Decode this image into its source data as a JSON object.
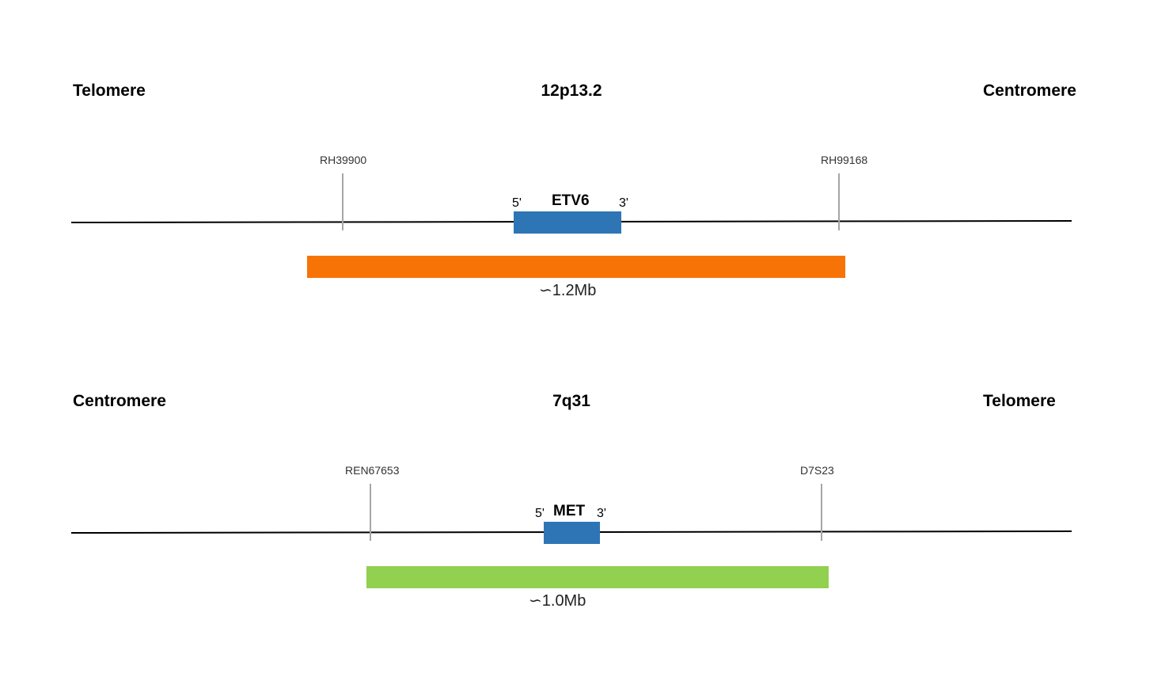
{
  "colors": {
    "gene_box": "#2e75b6",
    "etv6_probe": "#f87306",
    "met_probe": "#92d050",
    "chromosome_line": "#000000",
    "marker_tick": "#a6a6a6"
  },
  "top_panel": {
    "left_end_label": "Telomere",
    "band_label": "12p13.2",
    "right_end_label": "Centromere",
    "left_marker": "RH39900",
    "right_marker": "RH99168",
    "gene_name": "ETV6",
    "five_prime_label": "5'",
    "three_prime_label": "3'",
    "probe_size": "∽1.2Mb"
  },
  "bottom_panel": {
    "left_end_label": "Centromere",
    "band_label": "7q31",
    "right_end_label": "Telomere",
    "left_marker": "REN67653",
    "right_marker": "D7S23",
    "gene_name": "MET",
    "five_prime_label": "5'",
    "three_prime_label": "3'",
    "probe_size": "∽1.0Mb"
  }
}
